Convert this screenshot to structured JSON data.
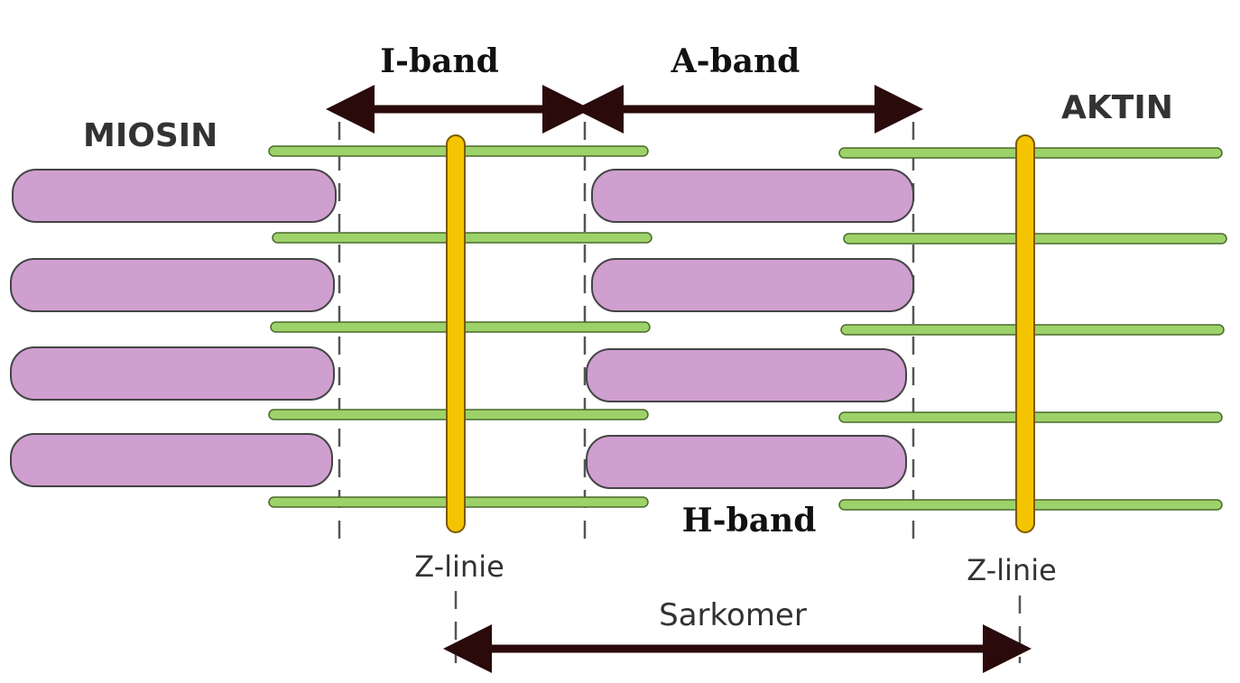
{
  "labels": {
    "i_band": "I-band",
    "a_band": "A-band",
    "h_band": "H-band",
    "miosin": "MIOSIN",
    "aktin": "AKTIN",
    "z_line_left": "Z-linie",
    "z_line_right": "Z-linie",
    "sarcomere": "Sarkomer"
  },
  "colors": {
    "myosin_fill": "#cf9fd0",
    "myosin_stroke": "#444444",
    "actin_fill": "#9dd26a",
    "actin_stroke": "#4a6a2a",
    "z_line_fill": "#f5c400",
    "z_line_stroke": "#7a5a00",
    "arrow": "#2a0a0a",
    "dashes": "#555555"
  }
}
